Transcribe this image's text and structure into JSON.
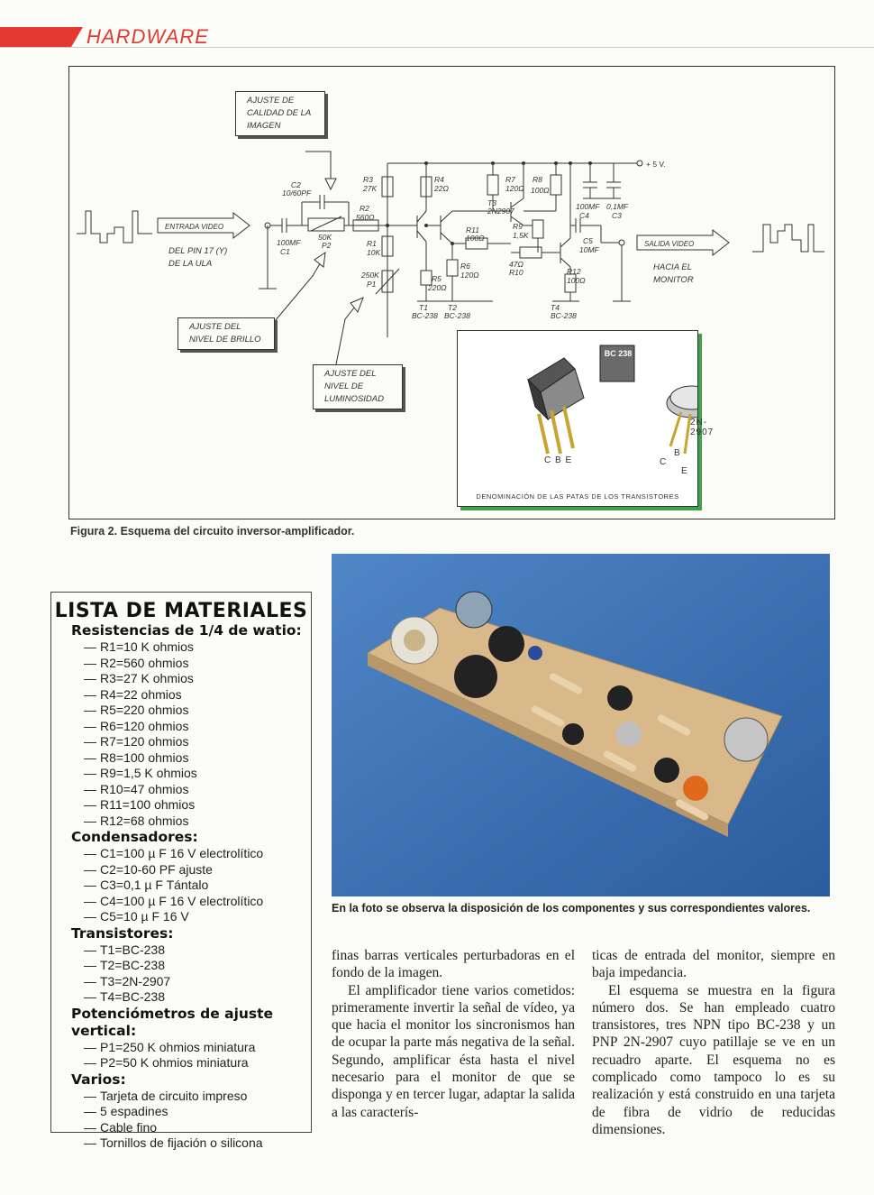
{
  "header": {
    "section": "HARDWARE"
  },
  "schematic": {
    "notes": {
      "calidad": "AJUSTE DE CALIDAD DE LA IMAGEN",
      "brillo": "AJUSTE DEL NIVEL DE BRILLO",
      "luminosidad": "AJUSTE DEL NIVEL DE LUMINOSIDAD",
      "entrada": "ENTRADA VIDEO",
      "del_pin": "DEL PIN 17 (y) DE LA ULA",
      "salida": "SALIDA VIDEO",
      "hacia": "HACIA EL MONITOR"
    },
    "labels": {
      "c2": "C2",
      "c2v": "10/60PF",
      "c1": "100MF",
      "c1n": "C1",
      "p2": "50K",
      "p2n": "P2",
      "r2": "R2",
      "r2v": "560Ω",
      "r3": "R3",
      "r3v": "27K",
      "r1": "R1",
      "r1v": "10K",
      "p1": "250K",
      "p1n": "P1",
      "r4": "R4",
      "r4v": "22Ω",
      "r5": "R5",
      "r5v": "220Ω",
      "r11": "R11",
      "r11v": "100Ω",
      "r6": "R6",
      "r6v": "120Ω",
      "r10": "47Ω",
      "r10n": "R10",
      "r7": "R7",
      "r7v": "120Ω",
      "r8": "R8",
      "r8v": "100Ω",
      "t3": "T3",
      "t3v": "2N2907",
      "r9": "R9",
      "r9v": "1,5K",
      "c4": "100MF",
      "c4n": "C4",
      "c3": "0,1MF",
      "c3n": "C3",
      "c5": "C5",
      "c5v": "10MF",
      "r12": "R12",
      "r12v": "100Ω",
      "vcc": "+ 5 V.",
      "t1": "T1",
      "t1v": "BC-238",
      "t2": "T2",
      "t2v": "BC-238",
      "t4": "T4",
      "t4v": "BC-238"
    },
    "inset": {
      "bc_mark": "BC 238",
      "bc_pins": "C B E",
      "pnp": "2N-2907",
      "pnp_c": "C",
      "pnp_b": "B",
      "pnp_e": "E",
      "caption": "DENOMINACIÓN DE LAS PATAS DE LOS TRANSISTORES"
    },
    "caption": "Figura 2. Esquema del circuito inversor-amplificador."
  },
  "materials": {
    "title": "LISTA DE MATERIALES",
    "sections": [
      {
        "heading": "Resistencias de 1/4 de watio:",
        "items": [
          "R1=10 K ohmios",
          "R2=560 ohmios",
          "R3=27 K ohmios",
          "R4=22 ohmios",
          "R5=220 ohmios",
          "R6=120 ohmios",
          "R7=120 ohmios",
          "R8=100 ohmios",
          "R9=1,5 K ohmios",
          "R10=47 ohmios",
          "R11=100 ohmios",
          "R12=68 ohmios"
        ]
      },
      {
        "heading": "Condensadores:",
        "items": [
          "C1=100 µ F 16 V electrolítico",
          "C2=10-60 PF ajuste",
          "C3=0,1 µ F Tántalo",
          "C4=100 µ F 16 V electrolítico",
          "C5=10 µ F 16 V"
        ]
      },
      {
        "heading": "Transistores:",
        "items": [
          "T1=BC-238",
          "T2=BC-238",
          "T3=2N-2907",
          "T4=BC-238"
        ]
      },
      {
        "heading": "Potenciómetros de ajuste vertical:",
        "items": [
          "P1=250 K ohmios miniatura",
          "P2=50 K ohmios miniatura"
        ]
      },
      {
        "heading": "Varios:",
        "items": [
          "Tarjeta de circuito impreso",
          "5 espadines",
          "Cable fino",
          "Tornillos de fijación o silicona"
        ]
      }
    ]
  },
  "photo": {
    "caption": "En la foto se observa la disposición de los componentes y sus correspondientes valores."
  },
  "body": {
    "col1_p1": "finas barras verticales perturbadoras en el fondo de la imagen.",
    "col1_p2": "El amplificador tiene varios cometidos: primeramente invertir la señal de vídeo, ya que hacia el monitor los sincronismos han de ocupar la parte más negativa de la señal. Segundo, amplificar ésta hasta el nivel necesario para el monitor de que se disponga y en tercer lugar, adaptar la salida a las caracterís-",
    "col2_p1": "ticas de entrada del monitor, siempre en baja impedancia.",
    "col2_p2": "El esquema se muestra en la figura número dos. Se han empleado cuatro transistores, tres NPN tipo BC-238 y un PNP 2N-2907 cuyo patillaje se ve en un recuadro aparte. El esquema no es complicado como tampoco lo es su realización y está construido en una tarjeta de fibra de vidrio de reducidas dimensiones."
  }
}
